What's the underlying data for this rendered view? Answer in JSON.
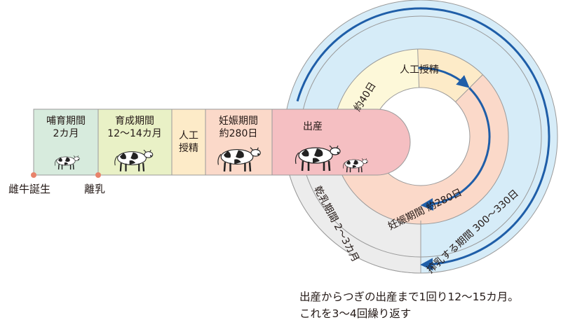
{
  "stages": [
    {
      "line1": "哺育期間",
      "line2": "2カ月",
      "fill": "#d7ebdd"
    },
    {
      "line1": "育成期間",
      "line2": "12～14カ月",
      "fill": "#e9f1c6"
    },
    {
      "line1": "人工",
      "line2": "授精",
      "fill": "#fdebc8"
    },
    {
      "line1": "妊娠期間",
      "line2": "約280日",
      "fill": "#fbd9c9"
    },
    {
      "line1": "出産",
      "fill": "#f5bfc2"
    }
  ],
  "milestones": {
    "birth": "雌牛誕生",
    "weaning": "離乳"
  },
  "ring": {
    "rest_label": "約40日",
    "insemination_label": "人工授精",
    "pregnancy_label": "妊娠期間 約280日",
    "dry_label": "乾乳期間 2～3カ月",
    "milking_label": "搾乳する期間 300～330日"
  },
  "caption": {
    "line1": "出産からつぎの出産まで1回り12～15カ月。",
    "line2": "これを3～4回繰り返す"
  },
  "colors": {
    "outer_ring": "#d6ecf8",
    "dry_ring": "#ececec",
    "rest_band": "#fdf8d9",
    "insem_band": "#fdebc8",
    "preg_band": "#fbd9c9",
    "arrow": "#1f5ea8",
    "marker": "#e8836b",
    "stroke": "#9a9a9a"
  },
  "icons": [
    "calf-icon",
    "heifer-icon",
    "pregnant-cow-icon",
    "cow-icon",
    "newborn-calf-icon"
  ]
}
